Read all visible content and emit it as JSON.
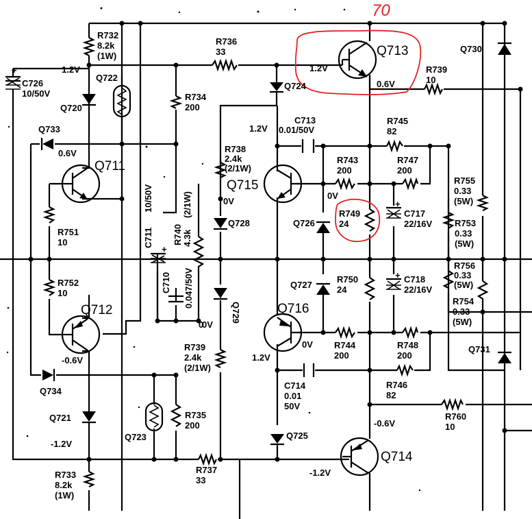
{
  "annotation": {
    "handwritten_value": "70"
  },
  "transistors": {
    "q711": "Q711",
    "q712": "Q712",
    "q713": "Q713",
    "q714": "Q714",
    "q715": "Q715",
    "q716": "Q716"
  },
  "diodes": {
    "q720": "Q720",
    "q721": "Q721",
    "q722": "Q722",
    "q723": "Q723",
    "q724": "Q724",
    "q725": "Q725",
    "q726": "Q726",
    "q727": "Q727",
    "q728": "Q728",
    "q729": "Q729",
    "q730": "Q730",
    "q731": "Q731",
    "q733": "Q733",
    "q734": "Q734"
  },
  "resistors": {
    "r732": {
      "name": "R732",
      "value": "8.2k",
      "rating": "(1W)"
    },
    "r733": {
      "name": "R733",
      "value": "8.2k",
      "rating": "(1W)"
    },
    "r734": {
      "name": "R734",
      "value": "200"
    },
    "r735": {
      "name": "R735",
      "value": "200"
    },
    "r736": {
      "name": "R736",
      "value": "33"
    },
    "r737": {
      "name": "R737",
      "value": "33"
    },
    "r738": {
      "name": "R738",
      "value": "2.4k",
      "rating": "(2/1W)"
    },
    "r739a": {
      "name": "R739",
      "value": "10"
    },
    "r739b": {
      "name": "R739",
      "value": "2.4k",
      "rating": "(2/1W)"
    },
    "r740": {
      "name": "R740",
      "value": "4.3k",
      "rating": "(2/1W)"
    },
    "r743": {
      "name": "R743",
      "value": "200"
    },
    "r744": {
      "name": "R744",
      "value": "200"
    },
    "r745": {
      "name": "R745",
      "value": "82"
    },
    "r746": {
      "name": "R746",
      "value": "82"
    },
    "r747": {
      "name": "R747",
      "value": "200"
    },
    "r748": {
      "name": "R748",
      "value": "200"
    },
    "r749": {
      "name": "R749",
      "value": "24"
    },
    "r750": {
      "name": "R750",
      "value": "24"
    },
    "r751": {
      "name": "R751",
      "value": "10"
    },
    "r752": {
      "name": "R752",
      "value": "10"
    },
    "r753": {
      "name": "R753",
      "value": "0.33",
      "rating": "(5W)"
    },
    "r754": {
      "name": "R754",
      "value": "0.33",
      "rating": "(5W)"
    },
    "r755": {
      "name": "R755",
      "value": "0.33",
      "rating": "(5W)"
    },
    "r756": {
      "name": "R756",
      "value": "0.33",
      "rating": "(5W)"
    },
    "r760": {
      "name": "R760",
      "value": "10"
    }
  },
  "capacitors": {
    "c710": {
      "name": "C710",
      "value": "0.047/50V"
    },
    "c711": {
      "name": "C711",
      "value": "10/50V"
    },
    "c713": {
      "name": "C713",
      "value": "0.01/50V"
    },
    "c714": {
      "name": "C714",
      "value": "0.01",
      "rating": "50V"
    },
    "c717": {
      "name": "C717",
      "value": "22/16V"
    },
    "c718": {
      "name": "C718",
      "value": "22/16V"
    },
    "c726": {
      "name": "C726",
      "value": "10/50V"
    }
  },
  "voltages": {
    "v_12": "1.2V",
    "v_06": "0.6V",
    "v_0": "0V",
    "v_neg06": "-0.6V",
    "v_neg12": "-1.2V"
  },
  "symbols": {
    "plus": "+",
    "zero": "0"
  }
}
